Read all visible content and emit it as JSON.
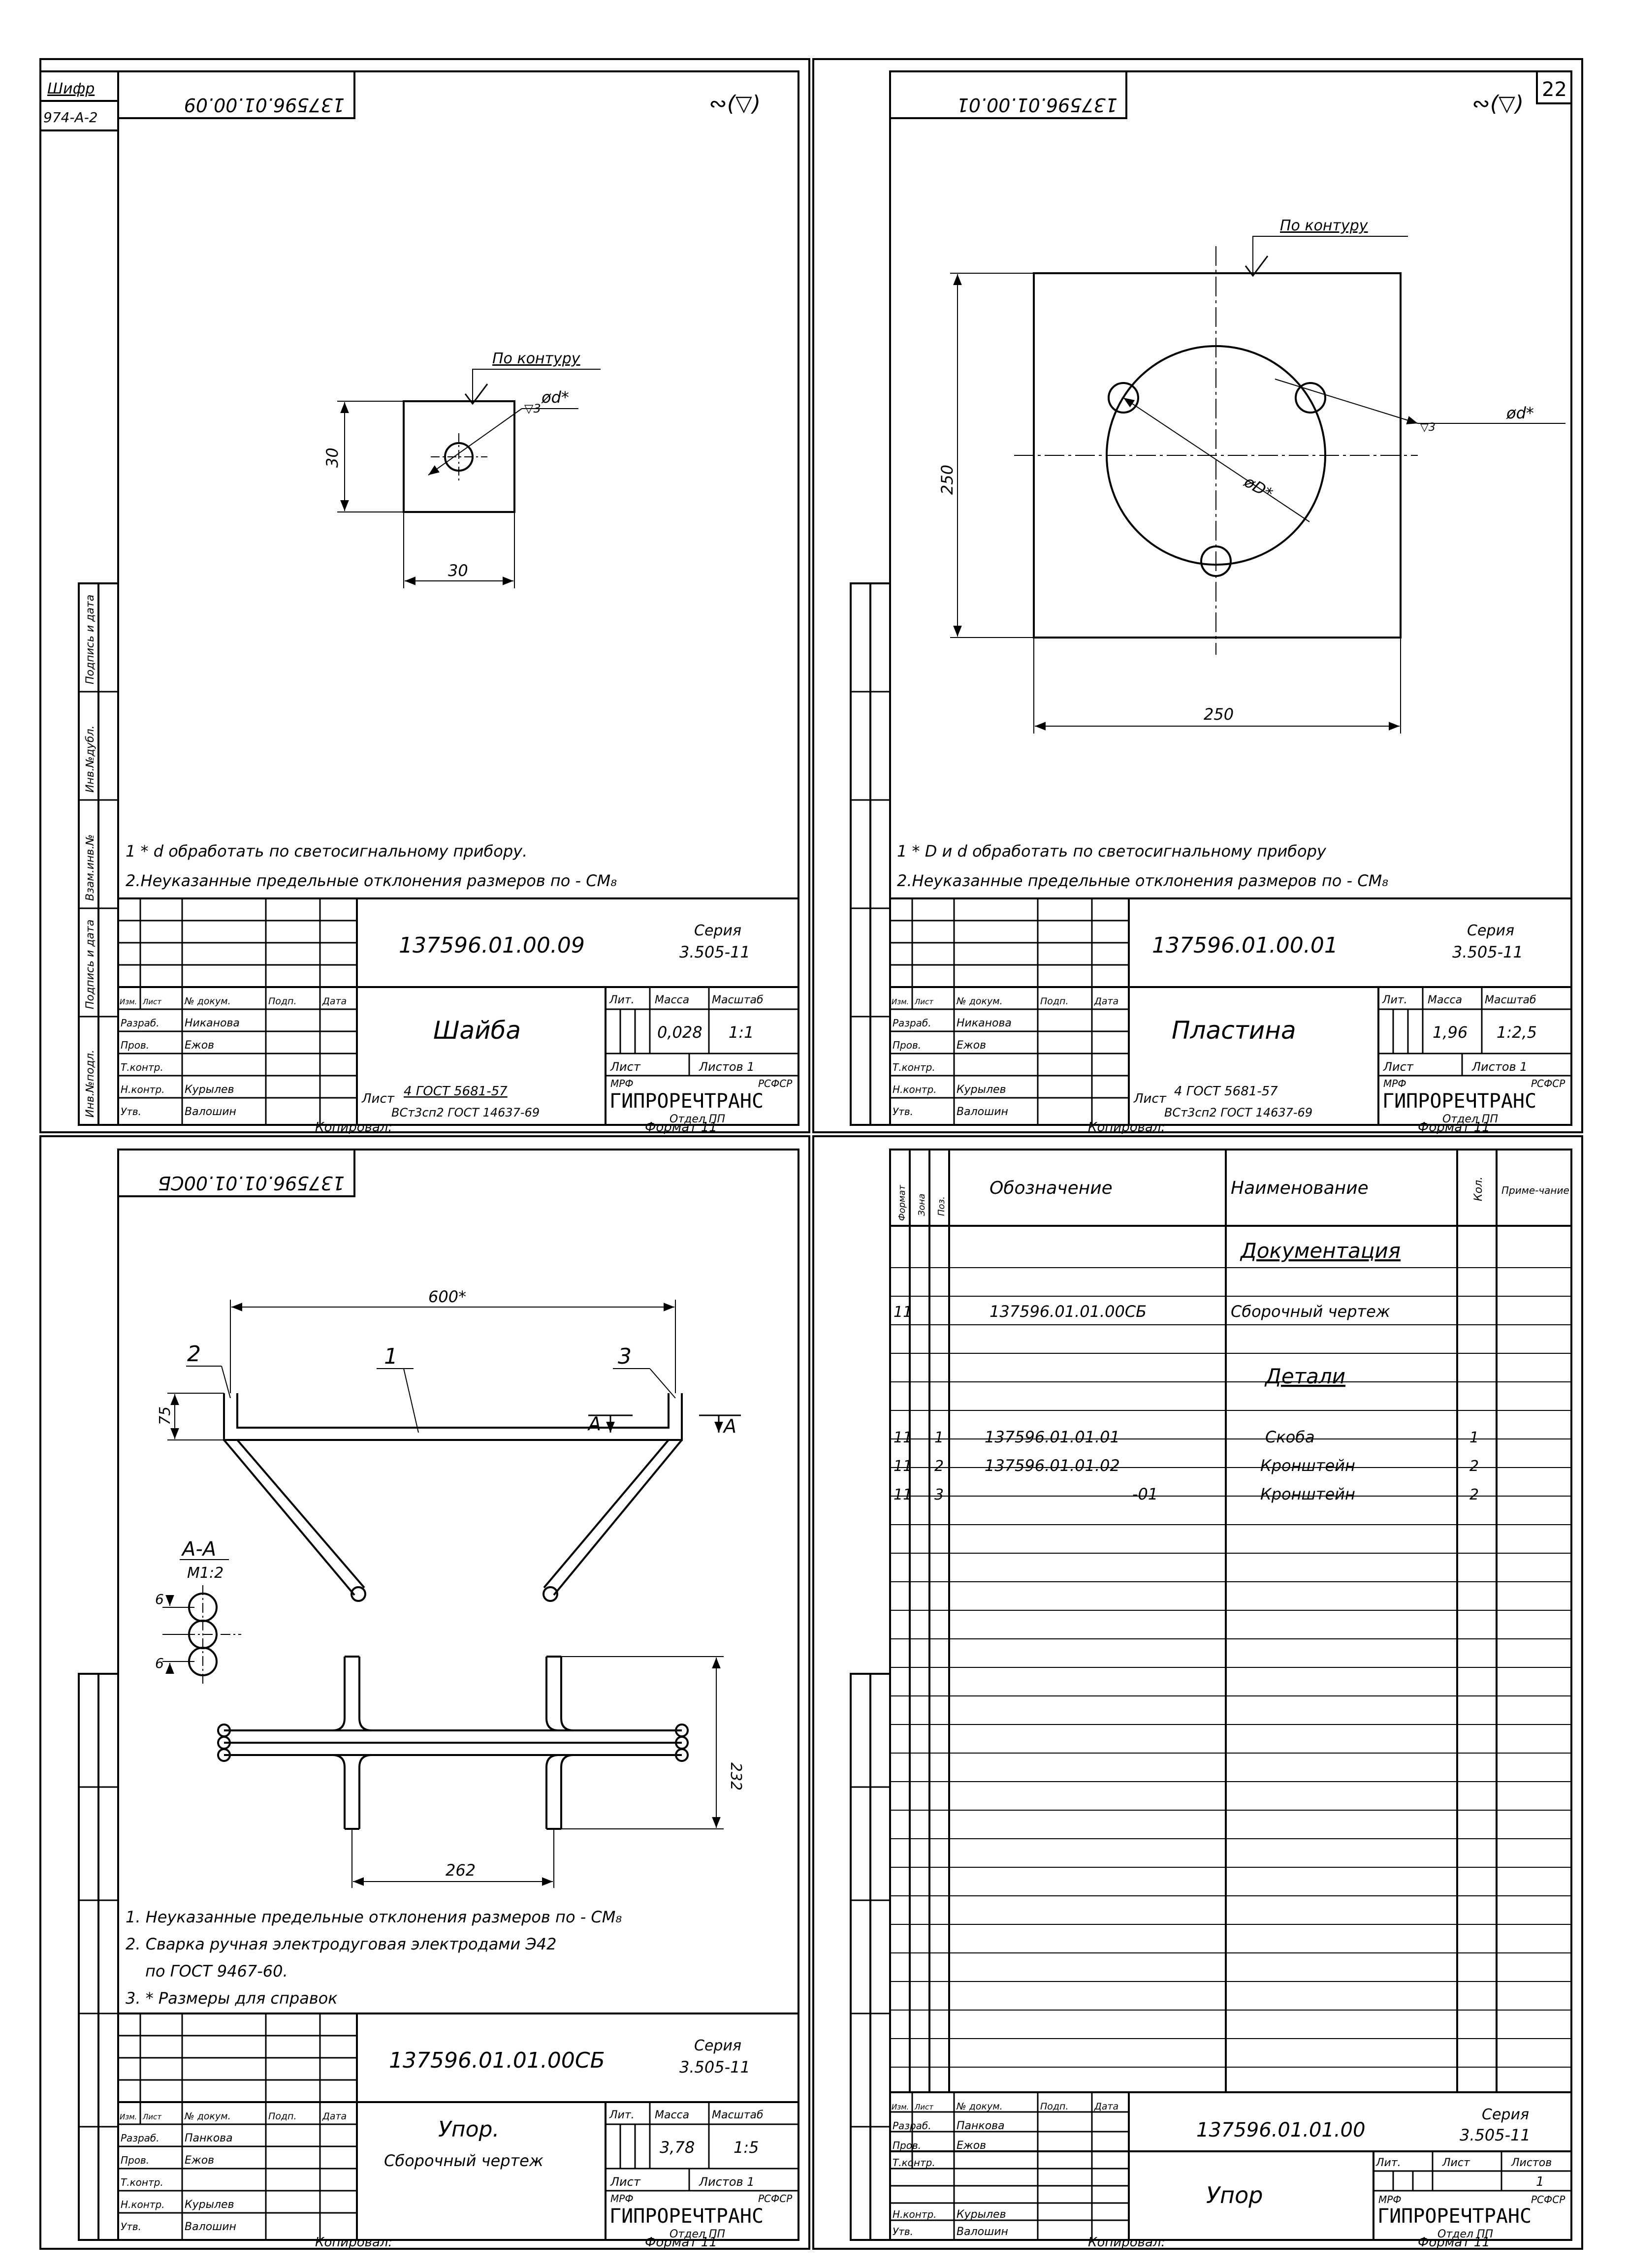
{
  "left_strip": {
    "shifr_label": "Шифр",
    "shifr_value": "974-А-2",
    "side_labels": [
      "Инв.№подл.",
      "Подпись и дата",
      "Взам.инв.№",
      "Инв.№дубл.",
      "Подпись и дата"
    ]
  },
  "sheet1": {
    "top_stamp": "137596.01.00.09",
    "roughness": "∾(▽)",
    "contour_label": "По контуру",
    "roughness_mark": "▽3",
    "hole_label": "ød*",
    "dim_height": "30",
    "dim_width": "30",
    "notes": [
      "1 * d обработать по светосигнальному прибору.",
      "2.Неуказанные предельные отклонения размеров по - СМ₈"
    ],
    "title_block": {
      "designation": "137596.01.00.09",
      "series_label": "Серия",
      "series_value": "3.505-11",
      "name": "Шайба",
      "lit_label": "Лит.",
      "mass_label": "Масса",
      "scale_label": "Масштаб",
      "mass": "0,028",
      "scale": "1:1",
      "sheet_label": "Лист",
      "sheets_label": "Листов 1",
      "col_headers": [
        "Изм.",
        "Лист",
        "№ докум.",
        "Подп.",
        "Дата"
      ],
      "rows": [
        {
          "role": "Разраб.",
          "name": "Никанова"
        },
        {
          "role": "Пров.",
          "name": "Ежов"
        },
        {
          "role": "Т.контр.",
          "name": ""
        },
        {
          "role": "Н.контр.",
          "name": "Курылев"
        },
        {
          "role": "Утв.",
          "name": "Валошин"
        }
      ],
      "material_prefix": "Лист",
      "material_line1": "4 ГОСТ 5681-57",
      "material_line2": "ВСт3сп2 ГОСТ 14637-69",
      "org_top_left": "МРФ",
      "org_top_right": "РСФСР",
      "org": "ГИПРОРЕЧТРАНС",
      "dept": "Отдел ПП",
      "copied": "Копировал:",
      "format": "Формат 11"
    }
  },
  "sheet2": {
    "sheet_number": "22",
    "top_stamp": "137596.01.00.01",
    "roughness": "∾(▽)",
    "contour_label": "По контуру",
    "roughness_mark": "▽3",
    "hole_label": "ød*",
    "circle_label": "øD*",
    "dim_height": "250",
    "dim_width": "250",
    "notes": [
      "1 * D и d обработать по светосигнальному прибору",
      "2.Неуказанные предельные отклонения размеров по - СМ₈"
    ],
    "title_block": {
      "designation": "137596.01.00.01",
      "series_label": "Серия",
      "series_value": "3.505-11",
      "name": "Пластина",
      "lit_label": "Лит.",
      "mass_label": "Масса",
      "scale_label": "Масштаб",
      "mass": "1,96",
      "scale": "1:2,5",
      "sheet_label": "Лист",
      "sheets_label": "Листов 1",
      "col_headers": [
        "Изм.",
        "Лист",
        "№ докум.",
        "Подп.",
        "Дата"
      ],
      "rows": [
        {
          "role": "Разраб.",
          "name": "Никанова"
        },
        {
          "role": "Пров.",
          "name": "Ежов"
        },
        {
          "role": "Т.контр.",
          "name": ""
        },
        {
          "role": "Н.контр.",
          "name": "Курылев"
        },
        {
          "role": "Утв.",
          "name": "Валошин"
        }
      ],
      "material_prefix": "Лист",
      "material_line1": "4 ГОСТ 5681-57",
      "material_line2": "ВСт3сп2 ГОСТ 14637-69",
      "org_top_left": "МРФ",
      "org_top_right": "РСФСР",
      "org": "ГИПРОРЕЧТРАНС",
      "dept": "Отдел ПП",
      "copied": "Копировал:",
      "format": "Формат 11"
    }
  },
  "sheet3": {
    "top_stamp": "137596.01.01.00СБ",
    "dim_600": "600*",
    "dim_75": "75",
    "dim_262": "262",
    "dim_232": "232",
    "dim_6a": "6",
    "dim_6b": "6",
    "callouts": [
      "2",
      "1",
      "3"
    ],
    "section_mark": "А",
    "section_title": "А-А",
    "section_scale": "М1:2",
    "notes": [
      "1. Неуказанные предельные отклонения размеров по - СМ₈",
      "2. Сварка ручная электродуговая электродами Э42",
      "по ГОСТ 9467-60.",
      "3. * Размеры для справок"
    ],
    "title_block": {
      "designation": "137596.01.01.00СБ",
      "series_label": "Серия",
      "series_value": "3.505-11",
      "name": "Упор.",
      "subname": "Сборочный чертеж",
      "lit_label": "Лит.",
      "mass_label": "Масса",
      "scale_label": "Масштаб",
      "mass": "3,78",
      "scale": "1:5",
      "sheet_label": "Лист",
      "sheets_label": "Листов 1",
      "col_headers": [
        "Изм.",
        "Лист",
        "№ докум.",
        "Подп.",
        "Дата"
      ],
      "rows": [
        {
          "role": "Разраб.",
          "name": "Панкова"
        },
        {
          "role": "Пров.",
          "name": "Ежов"
        },
        {
          "role": "Т.контр.",
          "name": ""
        },
        {
          "role": "Н.контр.",
          "name": "Курылев"
        },
        {
          "role": "Утв.",
          "name": "Валошин"
        }
      ],
      "org_top_left": "МРФ",
      "org_top_right": "РСФСР",
      "org": "ГИПРОРЕЧТРАНС",
      "dept": "Отдел ПП",
      "copied": "Копировал:",
      "format": "Формат 11"
    }
  },
  "sheet4": {
    "headers": [
      "Формат",
      "Зона",
      "Поз.",
      "Обозначение",
      "Наименование",
      "Кол.",
      "Приме-чание"
    ],
    "section_docs": "Документация",
    "section_parts": "Детали",
    "rows": [
      {
        "format": "11",
        "pos": "",
        "designation": "137596.01.01.00СБ",
        "name": "Сборочный чертеж",
        "qty": ""
      },
      {
        "format": "11",
        "pos": "1",
        "designation": "137596.01.01.01",
        "name": "Скоба",
        "qty": "1"
      },
      {
        "format": "11",
        "pos": "2",
        "designation": "137596.01.01.02",
        "name": "Кронштейн",
        "qty": "2"
      },
      {
        "format": "11",
        "pos": "3",
        "designation": "-01",
        "name": "Кронштейн",
        "qty": "2"
      }
    ],
    "title_block": {
      "designation": "137596.01.01.00",
      "series_label": "Серия",
      "series_value": "3.505-11",
      "name": "Упор",
      "lit_label": "Лит.",
      "sheet_label": "Лист",
      "sheets_label": "Листов",
      "sheets_value": "1",
      "col_headers": [
        "Изм.",
        "Лист",
        "№ докум.",
        "Подп.",
        "Дата"
      ],
      "rows": [
        {
          "role": "Разраб.",
          "name": "Панкова"
        },
        {
          "role": "Пров.",
          "name": "Ежов"
        },
        {
          "role": "Т.контр.",
          "name": ""
        },
        {
          "role": "Н.контр.",
          "name": "Курылев"
        },
        {
          "role": "Утв.",
          "name": "Валошин"
        }
      ],
      "org_top_left": "МРФ",
      "org_top_right": "РСФСР",
      "org": "ГИПРОРЕЧТРАНС",
      "dept": "Отдел ПП",
      "copied": "Копировал:",
      "format": "Формат 11"
    }
  }
}
